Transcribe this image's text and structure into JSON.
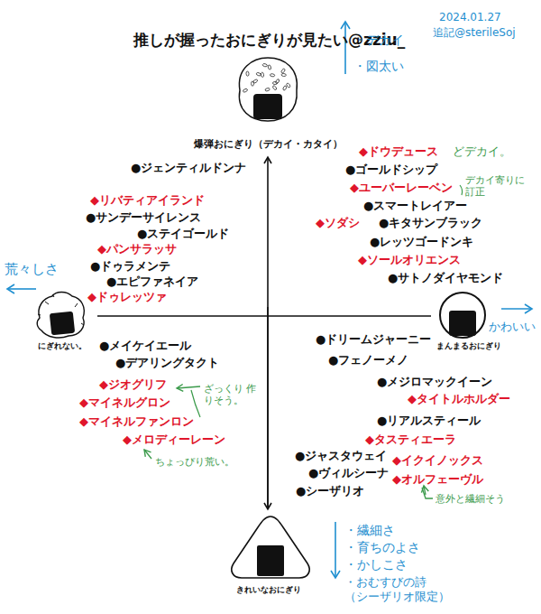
{
  "diagram": {
    "title": "推しが握ったおにぎりが見たい@zziu_",
    "labels": [
      "2024.01.27",
      "追記@sterileSoj",
      "・デカイ",
      "・図太い",
      "爆弾おにぎり（デカイ・カタイ）",
      "◆ドウデュース",
      "どデカイ。",
      "●ジェンティルドンナ",
      "●ゴールドシップ",
      "◆ユーバーレーベン",
      "デカイ寄りに 訂正",
      "◆リバティアイランド",
      "●スマートレイアー",
      "●サンデーサイレンス",
      "◆ソダシ",
      "●キタサンブラック",
      "●ステイゴールド",
      "●レッツゴードンキ",
      "◆パンサラッサ",
      "◆ソールオリエンス",
      "●ドゥラメンテ",
      "荒々しさ",
      "●エピファネイア",
      "●サトノダイヤモンド",
      "◆ドゥレッツァ",
      "にぎれない。",
      "かわいい",
      "まんまるおにぎり",
      "●ドリームジャーニー",
      "●メイケイエール",
      "●フェノーメノ",
      "●デアリングタクト",
      "●メジロマックイーン",
      "◆ジオグリフ",
      "ざっくり 作りそう。",
      "◆タイトルホルダー",
      "◆マイネルグロン",
      "◆マイネルファンロン",
      "●リアルスティール",
      "◆メロディーレーン",
      "◆タスティエーラ",
      "●ジャスタウェイ",
      "ちょっぴり荒い。",
      "◆イクイノックス",
      "●ヴィルシーナ",
      "◆オルフェーヴル",
      "●シーザリオ",
      "意外と繊細そう",
      "・繊細さ",
      "・育ちのよさ",
      "・かしこさ",
      "・おむすびの詩 （シーザリオ限定）",
      "きれいなおにぎり"
    ]
  }
}
